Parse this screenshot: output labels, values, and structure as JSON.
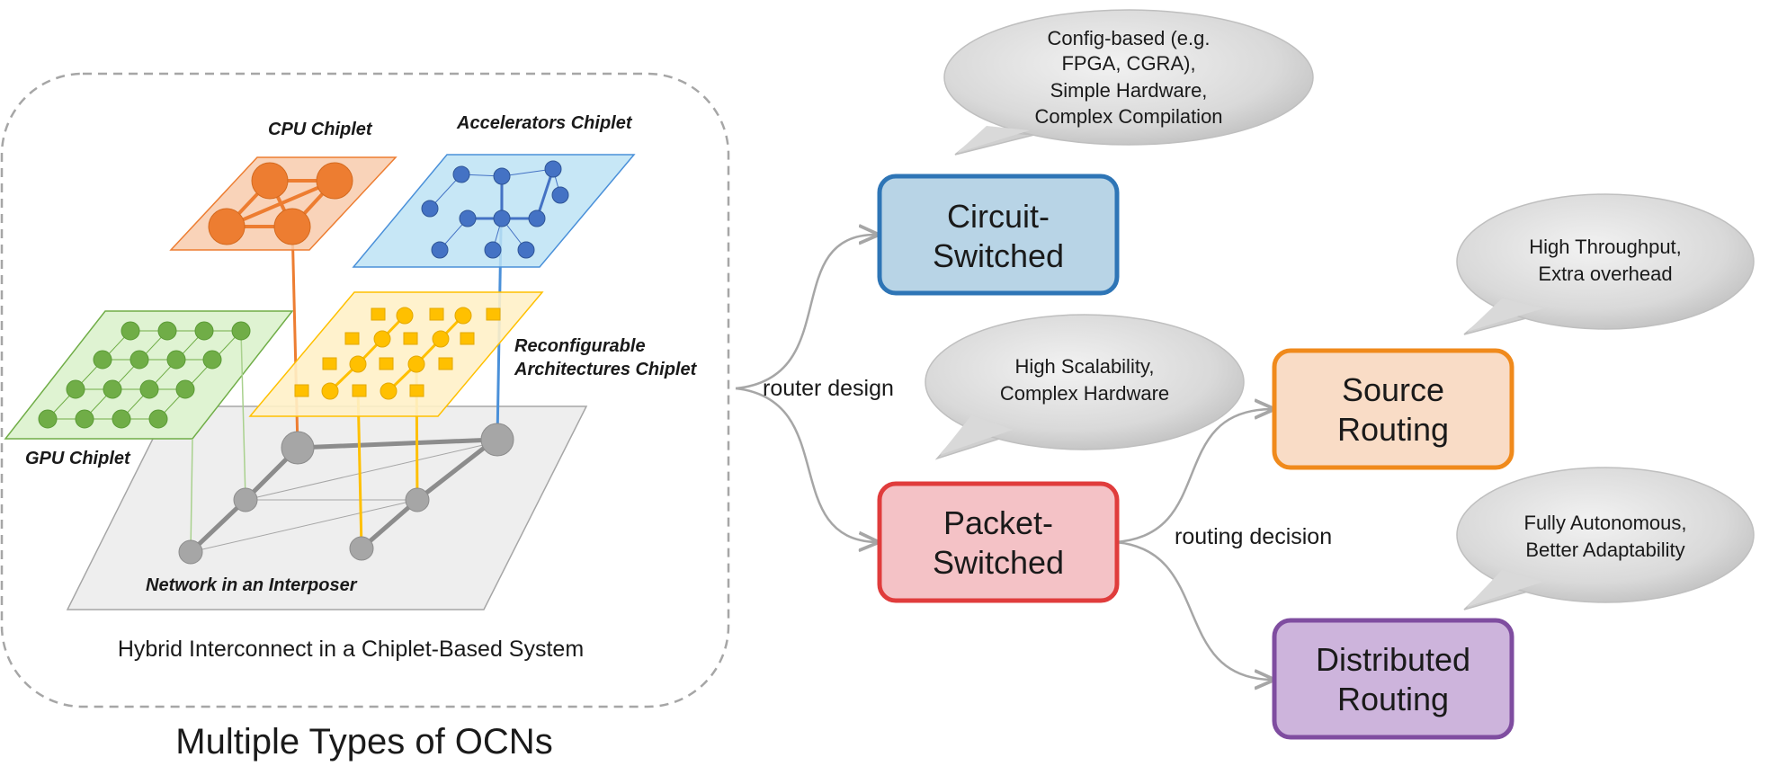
{
  "colors": {
    "cpu": "#ED7D31",
    "accelerator": "#4472C4",
    "gpu": "#70AD47",
    "reconfigurable": "#FFC000",
    "interposer": "#A6A6A6",
    "circuit_fill": "#B8D4E6",
    "circuit_border": "#2E75B6",
    "packet_fill": "#F4C2C6",
    "packet_border": "#E03C3C",
    "source_fill": "#F9DCC6",
    "source_border": "#F08A1C",
    "distributed_fill": "#CDB4DC",
    "distributed_border": "#7F4DA0"
  },
  "chiplets": {
    "cpu": "CPU Chiplet",
    "accelerators": "Accelerators Chiplet",
    "reconfigurable_line1": "Reconfigurable",
    "reconfigurable_line2": "Architectures Chiplet",
    "gpu": "GPU Chiplet",
    "interposer": "Network in an Interposer"
  },
  "system_caption": "Hybrid Interconnect in a Chiplet-Based System",
  "main_caption": "Multiple Types of OCNs",
  "edges": {
    "router_design": "router design",
    "routing_decision": "routing decision"
  },
  "boxes": {
    "circuit_line1": "Circuit-",
    "circuit_line2": "Switched",
    "packet_line1": "Packet-",
    "packet_line2": "Switched",
    "source_line1": "Source",
    "source_line2": "Routing",
    "distributed_line1": "Distributed",
    "distributed_line2": "Routing"
  },
  "bubbles": {
    "circuit": [
      "Config-based (e.g.",
      "FPGA, CGRA),",
      "Simple Hardware,",
      "Complex Compilation"
    ],
    "packet": [
      "High Scalability,",
      "Complex Hardware"
    ],
    "source": [
      "High Throughput,",
      "Extra overhead"
    ],
    "distributed": [
      "Fully Autonomous,",
      "Better Adaptability"
    ]
  }
}
